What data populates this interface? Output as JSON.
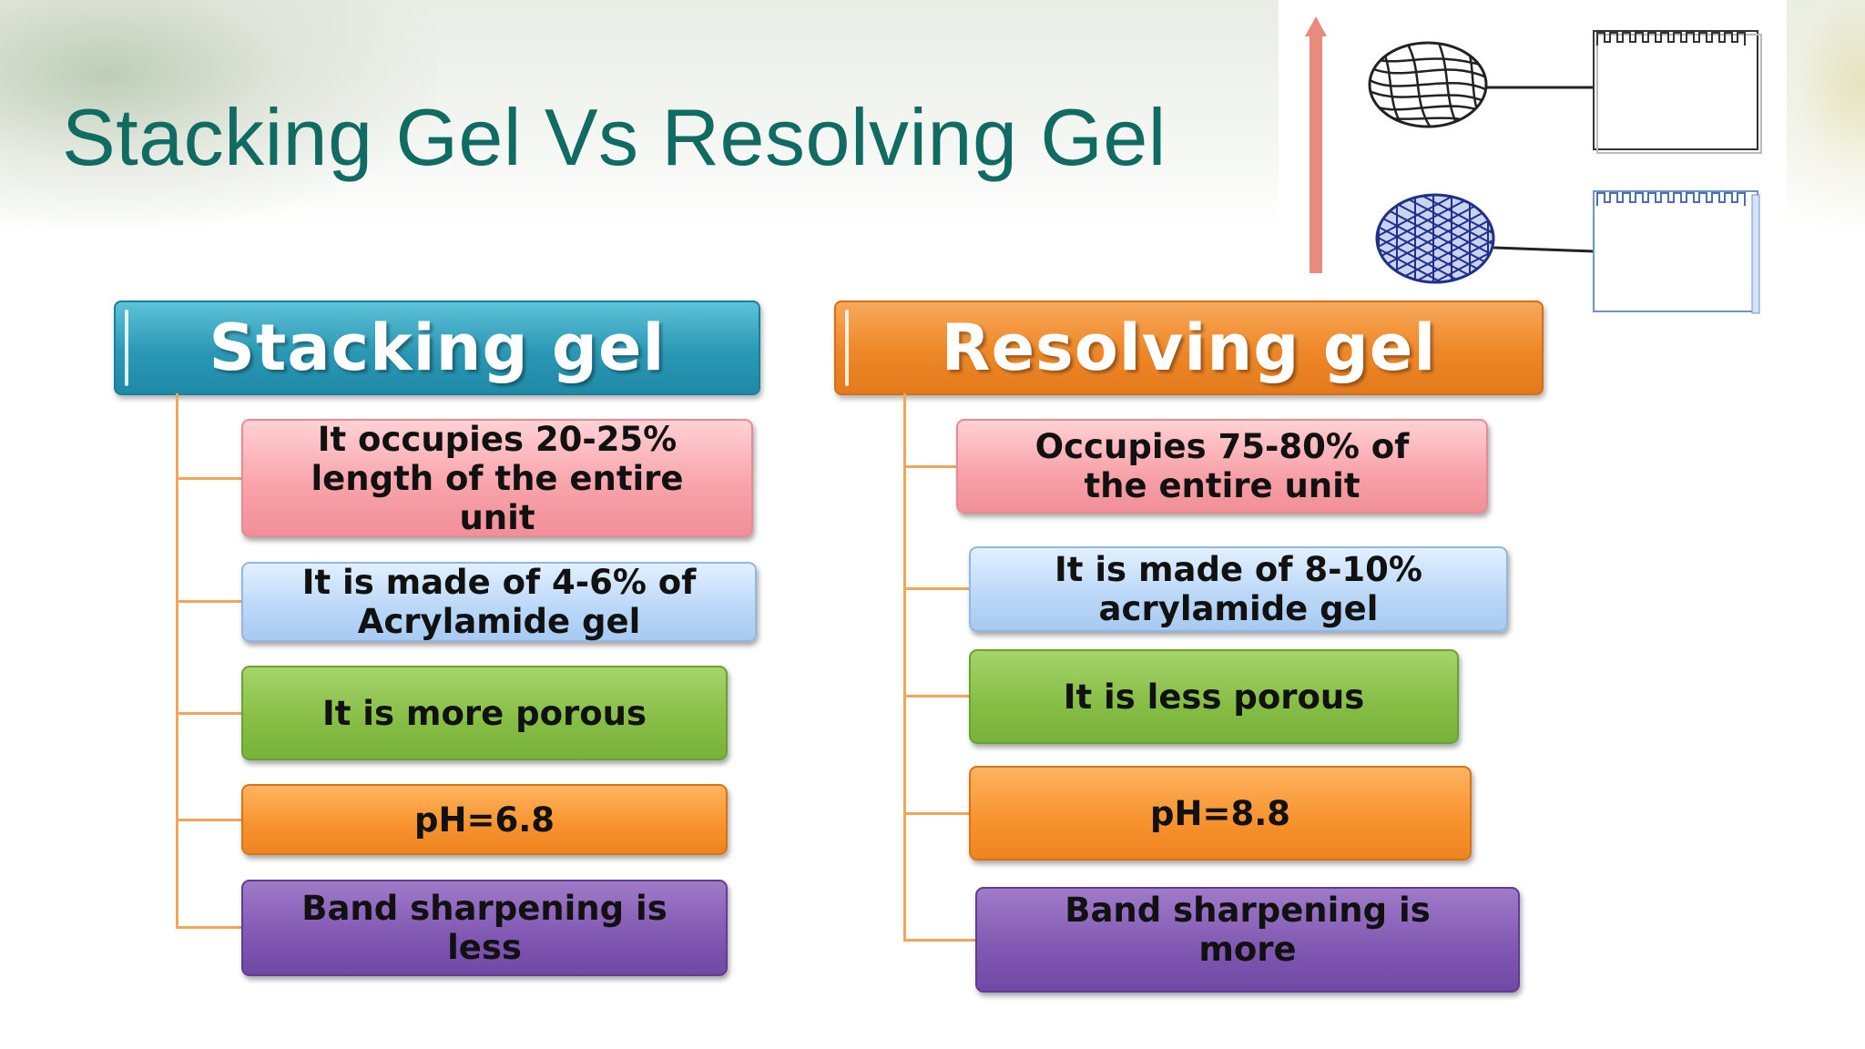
{
  "slide": {
    "title": "Stacking Gel Vs Resolving Gel"
  },
  "stacking": {
    "header": "Stacking gel",
    "items": [
      "It occupies 20-25%\nlength of the entire\nunit",
      "It is made of 4-6% of\nAcrylamide gel",
      "It is more porous",
      "pH=6.8",
      "Band sharpening is\nless"
    ]
  },
  "resolving": {
    "header": "Resolving gel",
    "items": [
      "Occupies 75-80% of\nthe entire unit",
      "It is made of 8-10%\nacrylamide gel",
      "It is less porous",
      "pH=8.8",
      "Band sharpening is\nmore"
    ]
  },
  "colors": {
    "title": "#106b63",
    "stacking_header": "#2a98b5",
    "resolving_header": "#ee8727",
    "connector": "#f2a65a",
    "pink": "#f7a1a8",
    "blue": "#b9d7f7",
    "green": "#86bd45",
    "orange": "#f7922d",
    "purple": "#8057b2"
  },
  "illustration": {
    "icons": [
      "up-arrow-icon",
      "loose-mesh-icon",
      "dense-mesh-icon",
      "gel-comb-icon"
    ]
  }
}
